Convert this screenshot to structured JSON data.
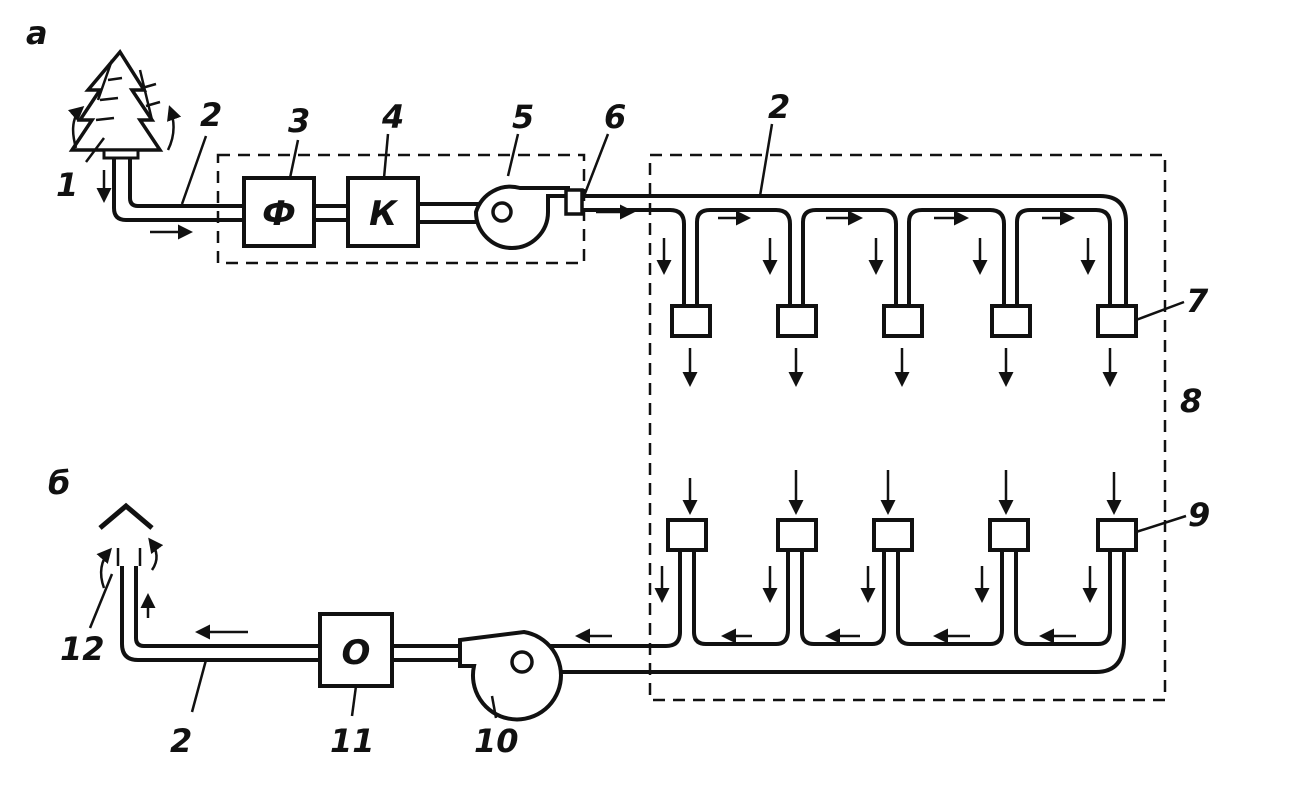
{
  "panel_labels": {
    "a": "а",
    "b": "б"
  },
  "blocks": {
    "filter": "Ф",
    "conditioner": "К",
    "cleaner": "О"
  },
  "numbers": {
    "n1": "1",
    "n2_top": "2",
    "n3": "3",
    "n4": "4",
    "n5": "5",
    "n6": "6",
    "n2_right": "2",
    "n7": "7",
    "n8": "8",
    "n9": "9",
    "n12": "12",
    "n2_bottom": "2",
    "n11": "11",
    "n10": "10"
  }
}
